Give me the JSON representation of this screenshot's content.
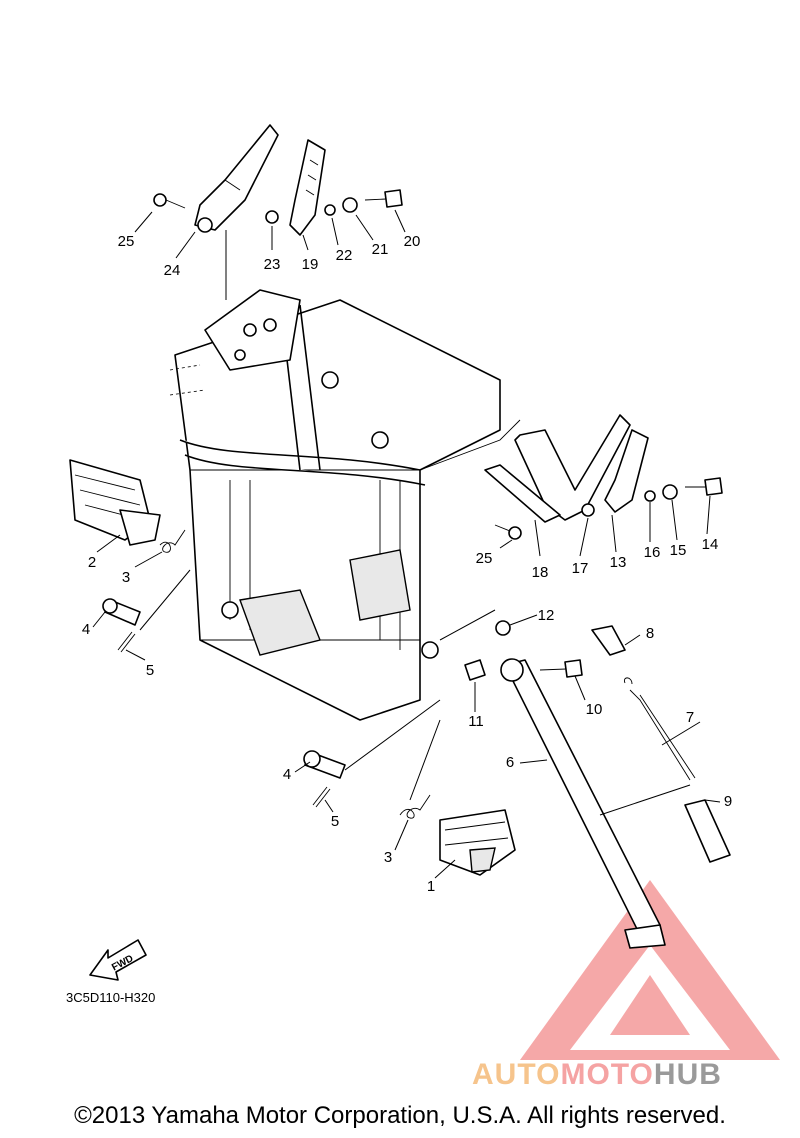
{
  "diagram": {
    "code": "3C5D110-H320",
    "fwd_label": "FWD",
    "copyright": "©2013 Yamaha Motor Corporation, U.S.A. All rights reserved.",
    "callouts": [
      "1",
      "2",
      "3",
      "3",
      "4",
      "4",
      "5",
      "5",
      "6",
      "7",
      "8",
      "9",
      "10",
      "11",
      "12",
      "13",
      "14",
      "15",
      "16",
      "17",
      "18",
      "19",
      "20",
      "21",
      "22",
      "23",
      "24",
      "25",
      "25"
    ]
  },
  "watermark": {
    "part1": "AUTO",
    "part2": "MOTO",
    "part3": "HUB",
    "colors": {
      "auto": "#f6c48c",
      "moto": "#f5a3a3",
      "hub": "#9a9a9a",
      "triangle": "#f28b8b"
    }
  }
}
